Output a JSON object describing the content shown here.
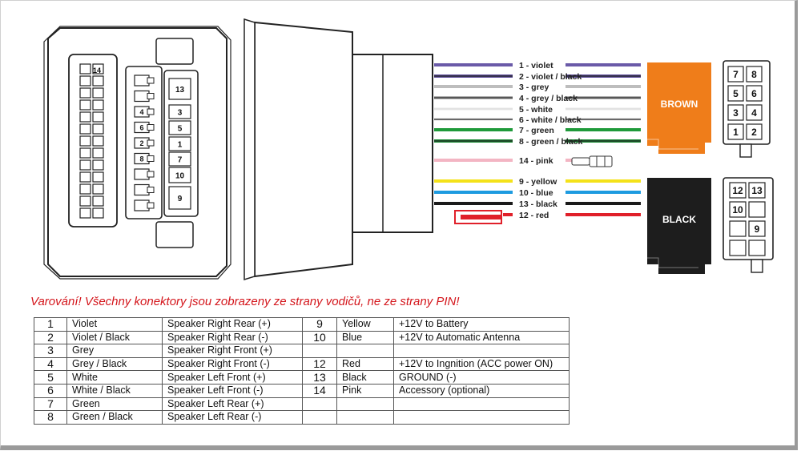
{
  "warning": "Varování! Všechny konektory jsou zobrazeny ze strany vodičů, ne ze strany PIN!",
  "connector_pins": {
    "left_top": "14",
    "mid": [
      "13",
      "4",
      "3",
      "6",
      "5",
      "2",
      "1",
      "8",
      "7",
      "10",
      "9"
    ]
  },
  "wires": [
    {
      "label": "1 - violet",
      "color": "#6a5aa8",
      "stripe": null
    },
    {
      "label": "2 - violet / black",
      "color": "#5b4c9a",
      "stripe": "#222222"
    },
    {
      "label": "3 - grey",
      "color": "#bdbdbd",
      "stripe": null
    },
    {
      "label": "4 - grey / black",
      "color": "#b0b0b0",
      "stripe": "#222222"
    },
    {
      "label": "5 - white",
      "color": "#e8e8e8",
      "stripe": null
    },
    {
      "label": "6 - white / black",
      "color": "#e0e0e0",
      "stripe": "#222222"
    },
    {
      "label": "7 - green",
      "color": "#1f9a3a",
      "stripe": null
    },
    {
      "label": "8 - green / black",
      "color": "#1a8a34",
      "stripe": "#222222"
    },
    {
      "label": "14 - pink",
      "color": "#f3b5c3",
      "stripe": null
    },
    {
      "label": "9 - yellow",
      "color": "#f4e21a",
      "stripe": null
    },
    {
      "label": "10 - blue",
      "color": "#1e9be0",
      "stripe": null
    },
    {
      "label": "13 - black",
      "color": "#1a1a1a",
      "stripe": null
    },
    {
      "label": "12 - red",
      "color": "#e0202a",
      "stripe": null
    }
  ],
  "brown_box": {
    "label": "BROWN",
    "color": "#ef7d1a"
  },
  "black_box": {
    "label": "BLACK",
    "color": "#1d1d1d"
  },
  "brown_pins": [
    "7",
    "8",
    "5",
    "6",
    "3",
    "4",
    "1",
    "2"
  ],
  "black_pins": [
    "12",
    "13",
    "10",
    "",
    "",
    "9",
    "",
    ""
  ],
  "table_rows": [
    {
      "n": "1",
      "color": "Violet",
      "func": "Speaker Right Rear (+)",
      "n2": "9",
      "color2": "Yellow",
      "func2": "+12V to Battery"
    },
    {
      "n": "2",
      "color": "Violet / Black",
      "func": "Speaker Right Rear (-)",
      "n2": "10",
      "color2": "Blue",
      "func2": "+12V to Automatic Antenna"
    },
    {
      "n": "3",
      "color": "Grey",
      "func": "Speaker Right Front (+)",
      "n2": "",
      "color2": "",
      "func2": ""
    },
    {
      "n": "4",
      "color": "Grey / Black",
      "func": "Speaker Right Front (-)",
      "n2": "12",
      "color2": "Red",
      "func2": "+12V to Ingnition (ACC power ON)"
    },
    {
      "n": "5",
      "color": "White",
      "func": "Speaker Left Front (+)",
      "n2": "13",
      "color2": "Black",
      "func2": "GROUND (-)"
    },
    {
      "n": "6",
      "color": "White / Black",
      "func": "Speaker Left Front (-)",
      "n2": "14",
      "color2": "Pink",
      "func2": "Accessory (optional)"
    },
    {
      "n": "7",
      "color": "Green",
      "func": "Speaker Left Rear (+)",
      "n2": "",
      "color2": "",
      "func2": ""
    },
    {
      "n": "8",
      "color": "Green / Black",
      "func": "Speaker Left Rear (-)",
      "n2": "",
      "color2": "",
      "func2": ""
    }
  ]
}
